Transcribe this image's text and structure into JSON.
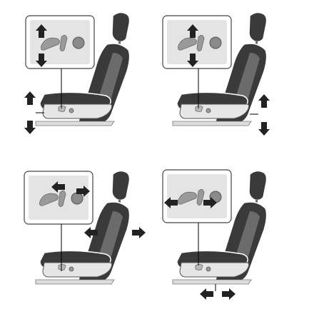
{
  "figure": {
    "panels": [
      {
        "id": "front-height",
        "callout_arrows": [
          "up",
          "down"
        ],
        "seat_arrows": [
          "up",
          "down"
        ],
        "seat_arrow_side": "left"
      },
      {
        "id": "rear-height",
        "callout_arrows": [
          "up",
          "down"
        ],
        "seat_arrows": [
          "up",
          "down"
        ],
        "seat_arrow_side": "right"
      },
      {
        "id": "recline",
        "callout_arrows": [
          "left",
          "right"
        ],
        "seat_arrows": [
          "back",
          "forward"
        ],
        "seat_arrow_side": "backrest"
      },
      {
        "id": "fore-aft",
        "callout_arrows": [
          "left",
          "right"
        ],
        "seat_arrows": [
          "left",
          "right"
        ],
        "seat_arrow_side": "below"
      }
    ],
    "colors": {
      "seat_dark": "#3a3a3a",
      "seat_mid": "#6b6b6b",
      "seat_light": "#d8d8d8",
      "callout_bg": "#e4e4e4",
      "arrow": "#222222",
      "knob": "#8a8a8a",
      "line": "#000000"
    }
  }
}
